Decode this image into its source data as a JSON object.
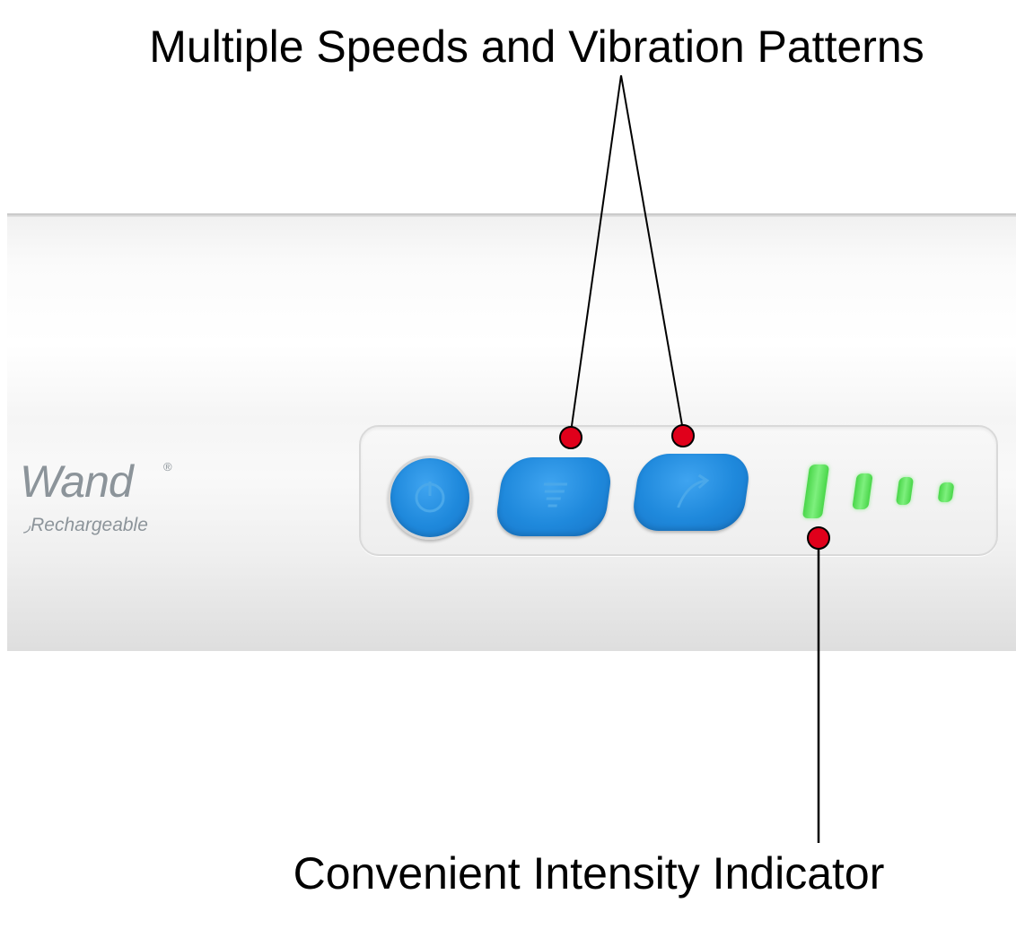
{
  "labels": {
    "top_callout": "Multiple Speeds and Vibration Patterns",
    "bottom_callout": "Convenient Intensity Indicator"
  },
  "brand": {
    "name": "Wand",
    "registered_mark": "®",
    "tagline": "Rechargeable"
  },
  "controls": {
    "buttons": [
      "power",
      "speed",
      "pattern"
    ],
    "intensity_level_leds": 4
  },
  "colors": {
    "button_blue": "#1f89dc",
    "led_green": "#5be65b",
    "callout_dot_red": "#e0001b",
    "brand_gray": "#8c949a"
  }
}
